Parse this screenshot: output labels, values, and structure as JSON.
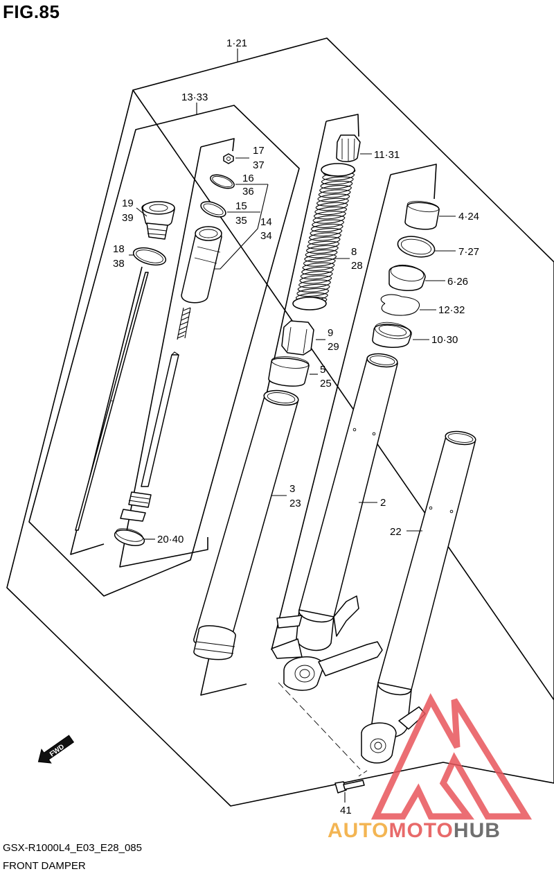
{
  "figure": {
    "title": "FIG.85"
  },
  "footer": {
    "model_code": "GSX-R1000L4_E03_E28_085",
    "section_name": "FRONT DAMPER"
  },
  "watermark": {
    "part1": "AUTO",
    "part2": "MOTO",
    "part3": "HUB",
    "colors": {
      "auto": "#f3b553",
      "moto": "#e86a6a",
      "hub": "#6f6f6f",
      "triangle": "#e8555a"
    }
  },
  "callouts": {
    "fork_assembly": "1·21",
    "damper_assembly": "13·33",
    "c17": "17",
    "c37": "37",
    "c16": "16",
    "c36": "36",
    "c15": "15",
    "c35": "35",
    "c14": "14",
    "c34": "34",
    "c19": "19",
    "c39": "39",
    "c18": "18",
    "c38": "38",
    "c20_40": "20·40",
    "c11_31": "11·31",
    "c8": "8",
    "c28": "28",
    "c9": "9",
    "c29": "29",
    "c5": "5",
    "c25": "25",
    "c3": "3",
    "c23": "23",
    "c2": "2",
    "c22": "22",
    "c4_24": "4·24",
    "c7_27": "7·27",
    "c6_26": "6·26",
    "c12_32": "12·32",
    "c10_30": "10·30",
    "c41": "41"
  },
  "direction_arrow": "FWD"
}
